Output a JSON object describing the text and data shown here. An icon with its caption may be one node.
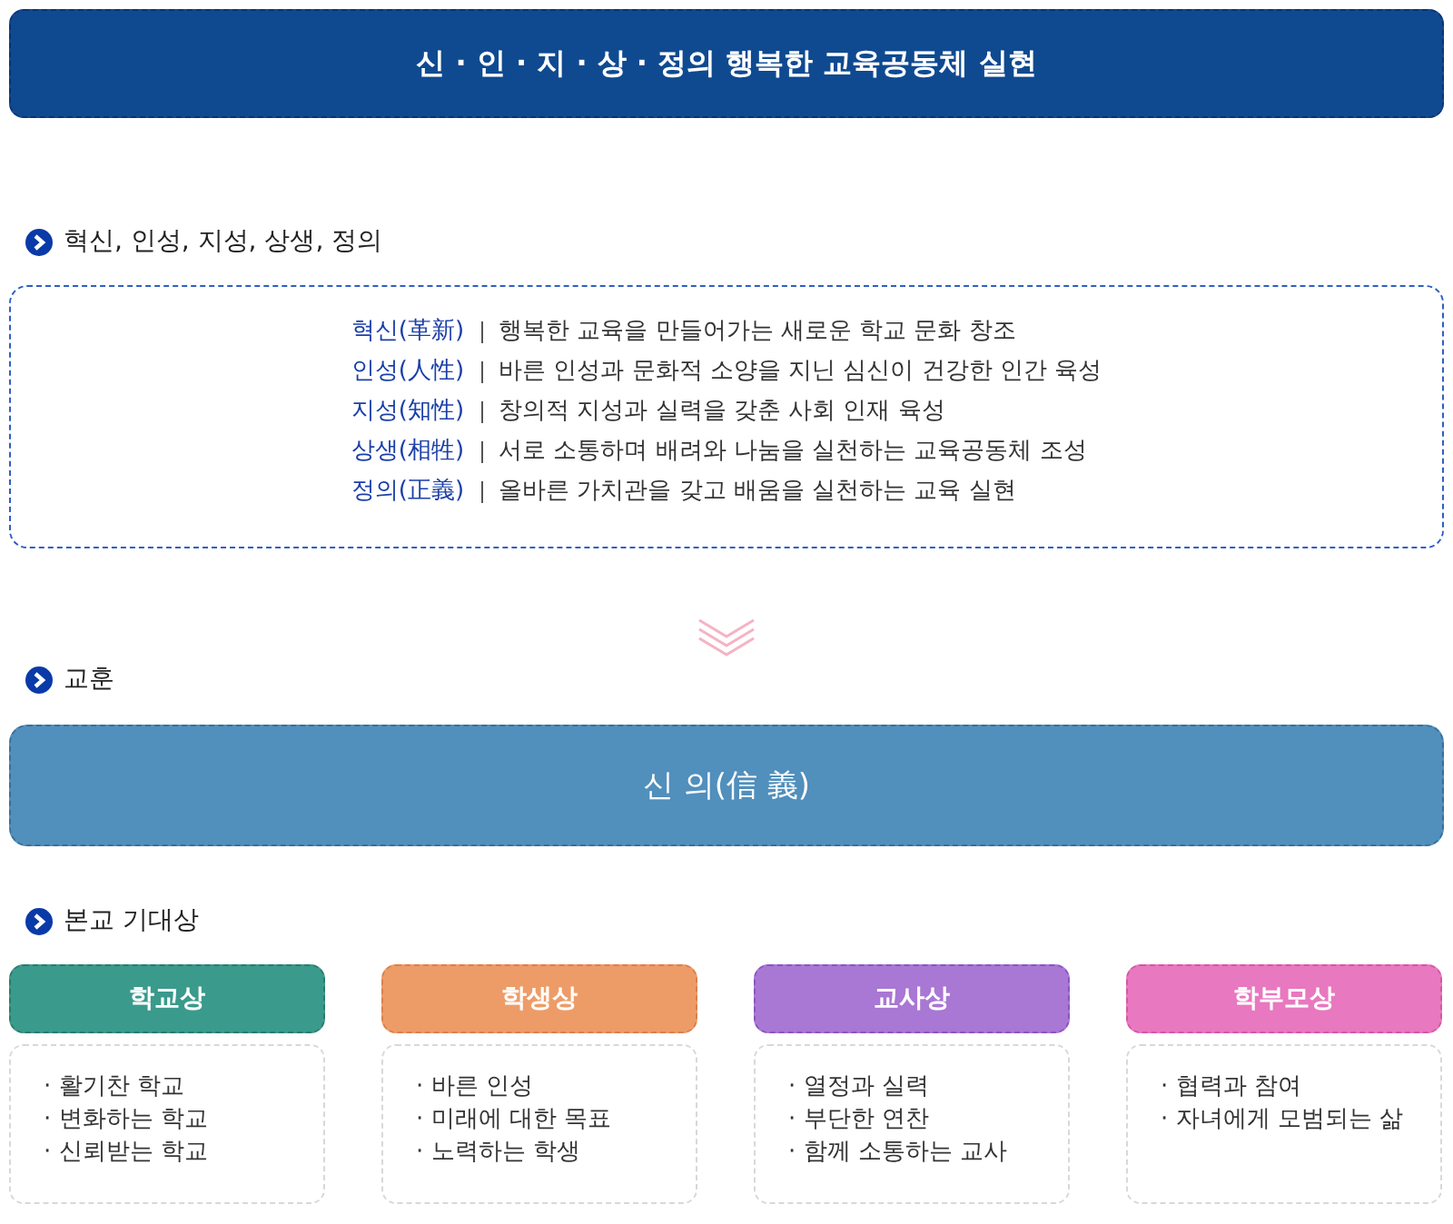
{
  "diagram": {
    "nodes": [
      {
        "text": [
          "신 · 인 · 지 · 상 · 정의 행복한 교육공동체 실현"
        ]
      },
      {
        "text": [
          "혁신(革新)",
          "행복한 교육을 만들어가는 새로운 학교 문화 창조",
          "인성(人性)",
          "바른 인성과 문화적 소양을 지닌 심신이 건강한 인간 육성",
          "지성(知性)",
          "창의적 지성과 실력을 갖춘 사회 인재 육성",
          "상생(相牲)",
          "서로 소통하며 배려와 나눔을 실천하는 교육공동체 조성",
          "정의(正義)",
          "올바른 가치관을 갖고 배움을 실천하는 교육 실현"
        ]
      },
      {
        "text": [
          "신 의(信 義)"
        ]
      },
      {
        "text": [
          "학교상"
        ]
      },
      {
        "text": [
          "· 활기찬 학교",
          "· 변화하는 학교",
          "· 신뢰받는 학교"
        ]
      },
      {
        "text": [
          "학생상"
        ]
      },
      {
        "text": [
          "· 바른 인성",
          "· 미래에 대한 목표",
          "· 노력하는 학생"
        ]
      },
      {
        "text": [
          "교사상"
        ]
      },
      {
        "text": [
          "· 열정과 실력",
          "· 부단한 연찬",
          "· 함께 소통하는 교사"
        ]
      },
      {
        "text": [
          "학부모상"
        ]
      },
      {
        "text": [
          "· 협력과 참여",
          "· 자녀에게 모범되는 삶"
        ]
      }
    ],
    "edges": [
      {
        "from": 1,
        "to": 2,
        "arrow": "to"
      }
    ],
    "labels": [
      "혁신, 인성, 지성, 상생, 정의",
      "교훈",
      "본교 기대상"
    ]
  }
}
